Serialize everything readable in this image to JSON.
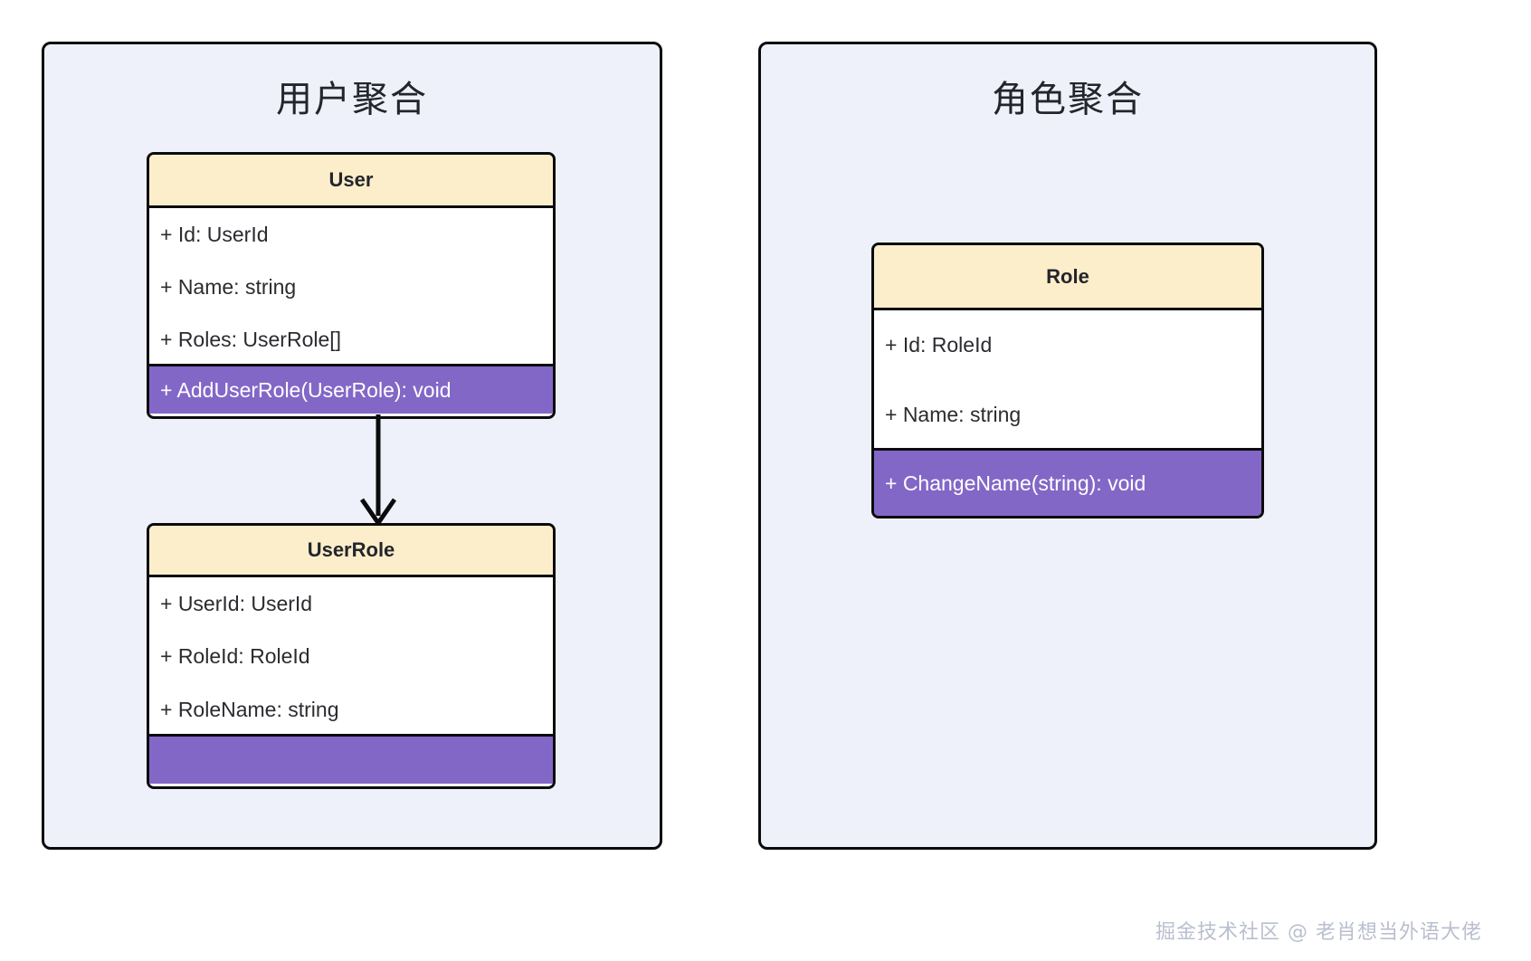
{
  "diagram": {
    "colors": {
      "container_fill": "#eef1fa",
      "border": "#0b0b0d",
      "class_header_fill": "#fdeecb",
      "class_attr_fill": "#ffffff",
      "class_method_fill": "#8367c7",
      "method_text": "#ffffff",
      "watermark": "#b9bfcf"
    },
    "aggregates": [
      {
        "id": "user-aggregate",
        "title": "用户聚合"
      },
      {
        "id": "role-aggregate",
        "title": "角色聚合"
      }
    ],
    "classes": {
      "user": {
        "name": "User",
        "attributes": [
          "+ Id: UserId",
          "+ Name: string",
          "+ Roles: UserRole[]"
        ],
        "methods": [
          "+ AddUserRole(UserRole): void"
        ]
      },
      "userrole": {
        "name": "UserRole",
        "attributes": [
          "+ UserId: UserId",
          "+ RoleId: RoleId",
          "+ RoleName: string"
        ],
        "methods": [
          ""
        ]
      },
      "role": {
        "name": "Role",
        "attributes": [
          "+ Id: RoleId",
          "+ Name: string"
        ],
        "methods": [
          "+ ChangeName(string): void"
        ]
      }
    },
    "edges": [
      {
        "id": "user-to-userrole",
        "from": "User",
        "to": "UserRole",
        "style": "solid",
        "arrowhead": "open"
      }
    ],
    "watermark": "掘金技术社区 @ 老肖想当外语大佬"
  }
}
